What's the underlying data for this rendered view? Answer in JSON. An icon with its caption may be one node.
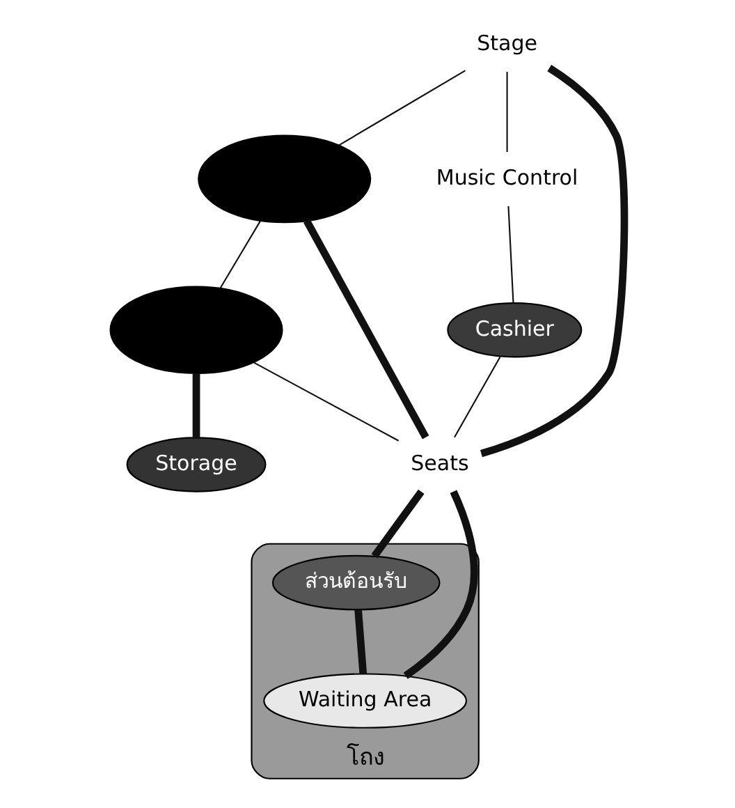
{
  "diagram": {
    "nodes": [
      {
        "text": [],
        "shape": "ellipse"
      },
      {
        "text": [
          "Stage"
        ]
      },
      {
        "text": [],
        "shape": "ellipse"
      },
      {
        "text": [
          "Music Control"
        ]
      },
      {
        "text": [
          "Storage"
        ]
      },
      {
        "text": [
          "Seats"
        ]
      },
      {
        "text": [
          "Cashier"
        ]
      },
      {
        "text": [
          "โถง"
        ]
      },
      {
        "text": [
          "ส่วนต้อนรับ"
        ],
        "in": 7
      },
      {
        "text": [
          "Waiting Area"
        ],
        "in": 7
      }
    ],
    "edges": [
      {
        "from": 1,
        "to": 0,
        "arrow": "none"
      },
      {
        "from": 0,
        "to": 2,
        "arrow": "none"
      },
      {
        "from": 1,
        "to": 3,
        "arrow": "none"
      },
      {
        "from": 1,
        "to": 5,
        "arrow": "none",
        "style": "thick"
      },
      {
        "from": 0,
        "to": 5,
        "arrow": "none",
        "style": "thick"
      },
      {
        "from": 2,
        "to": 5,
        "arrow": "none"
      },
      {
        "from": 2,
        "to": 4,
        "arrow": "none",
        "style": "thick"
      },
      {
        "from": 3,
        "to": 6,
        "arrow": "none"
      },
      {
        "from": 6,
        "to": 5,
        "arrow": "none"
      },
      {
        "from": 5,
        "to": 8,
        "arrow": "none",
        "style": "thick"
      },
      {
        "from": 5,
        "to": 9,
        "arrow": "none",
        "style": "thick"
      },
      {
        "from": 8,
        "to": 9,
        "arrow": "none",
        "style": "thick"
      }
    ]
  }
}
